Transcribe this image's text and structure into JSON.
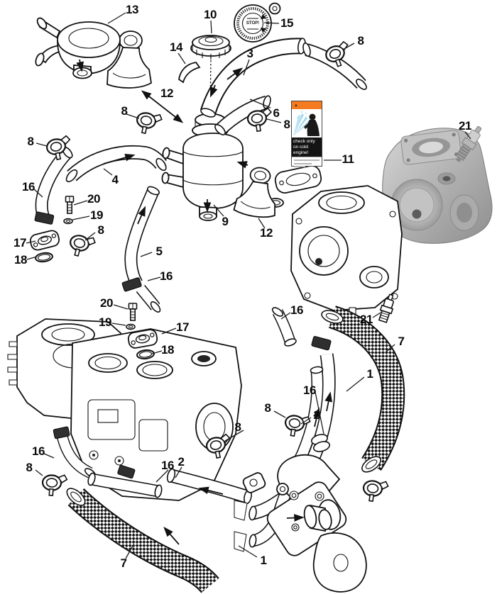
{
  "callouts": [
    "13",
    "10",
    "15",
    "8",
    "14",
    "3",
    "12",
    "8",
    "6",
    "8",
    "21",
    "8",
    "11",
    "4",
    "16",
    "20",
    "19",
    "9",
    "8",
    "12",
    "17",
    "5",
    "18",
    "16",
    "20",
    "19",
    "16",
    "21",
    "17",
    "7",
    "18",
    "1",
    "16",
    "8",
    "2",
    "8",
    "16",
    "2",
    "16",
    "8",
    "7",
    "1"
  ],
  "warning_label": {
    "text": "check only on cold engine!",
    "header_color": "#f47b20",
    "spray_color": "#a6d9ef",
    "bar_color": "#141414"
  },
  "pressure_cap": {
    "text": "STOP!"
  },
  "colors": {
    "line": "#111111",
    "background": "#ffffff",
    "photo_gray_light": "#d6d6d6",
    "photo_gray_dark": "#8e8e8e"
  }
}
